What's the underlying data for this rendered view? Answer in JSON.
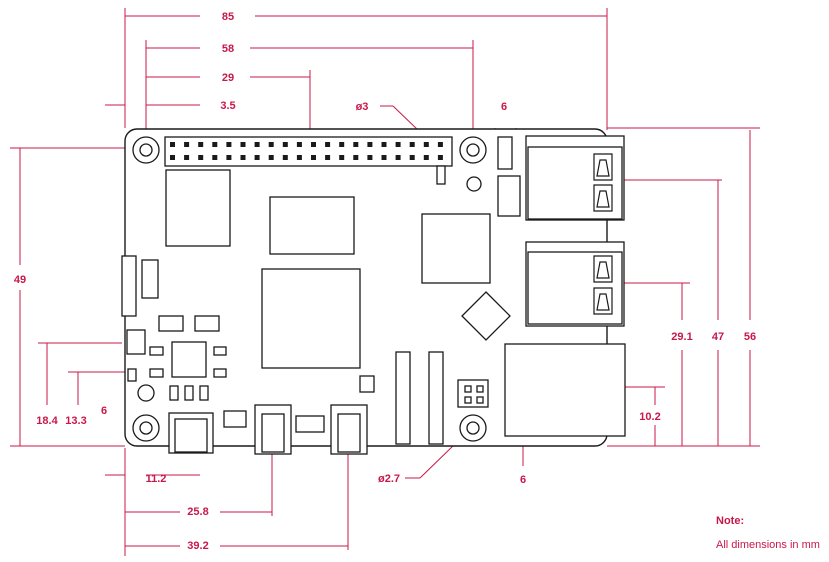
{
  "colors": {
    "accent": "#c8184a",
    "outline": "#1a1a1a",
    "background": "#ffffff"
  },
  "dimensions": {
    "width_overall": "85",
    "hole_spacing_x": "58",
    "gpio_center": "29",
    "hole_offset_x": "3.5",
    "mount_hole_dia": "ø3",
    "usb_offset": "6",
    "height_overall": "56",
    "hole_spacing_y": "49",
    "usb_lower": "29.1",
    "usb_upper": "47",
    "ethernet": "10.2",
    "ethernet_offset": "6",
    "test_hole_dia": "ø2.7",
    "audio_y": "18.4",
    "micro_hdmi_y": "13.3",
    "left_margin": "6",
    "power_x": "11.2",
    "hdmi0_x": "25.8",
    "hdmi1_x": "39.2"
  },
  "note": {
    "title": "Note:",
    "body": "All dimensions in mm"
  }
}
